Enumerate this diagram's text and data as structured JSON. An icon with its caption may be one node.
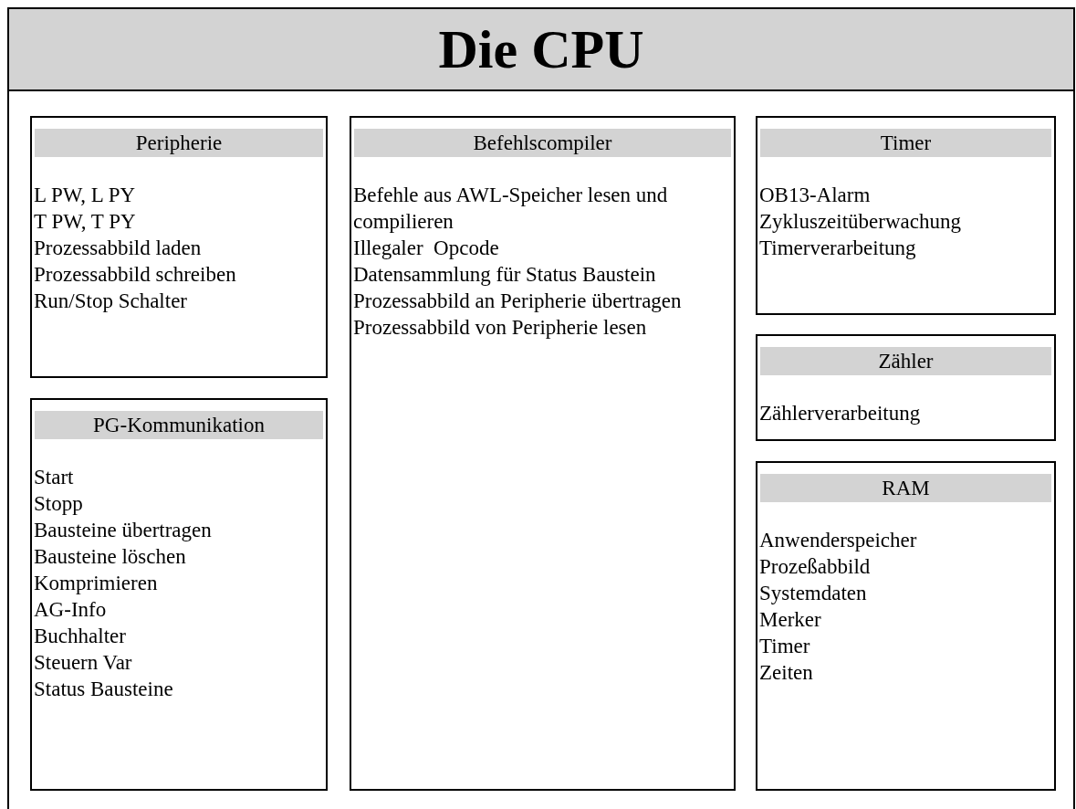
{
  "diagram": {
    "title": "Die CPU",
    "nodes": [
      {
        "text": [
          "Peripherie",
          "L PW, L PY",
          "T PW, T PY",
          "Prozessabbild laden",
          "Prozessabbild schreiben",
          "Run/Stop Schalter"
        ]
      },
      {
        "text": [
          "PG-Kommunikation",
          "Start",
          "Stopp",
          "Bausteine übertragen",
          "Bausteine löschen",
          "Komprimieren",
          "AG-Info",
          "Buchhalter",
          "Steuern Var",
          "Status Bausteine"
        ]
      },
      {
        "text": [
          "Befehlscompiler",
          "Befehle aus AWL-Speicher lesen und compilieren",
          "Illegaler  Opcode",
          "Datensammlung für Status Baustein",
          "Prozessabbild an Peripherie übertragen",
          "Prozessabbild von Peripherie lesen"
        ]
      },
      {
        "text": [
          "Timer",
          "OB13-Alarm",
          "Zykluszeitüberwachung",
          "Timerverarbeitung"
        ]
      },
      {
        "text": [
          "Zähler",
          "Zählerverarbeitung"
        ]
      },
      {
        "text": [
          "RAM",
          "Anwenderspeicher",
          "Prozeßabbild",
          "Systemdaten",
          "Merker",
          "Timer",
          "Zeiten"
        ]
      }
    ]
  }
}
